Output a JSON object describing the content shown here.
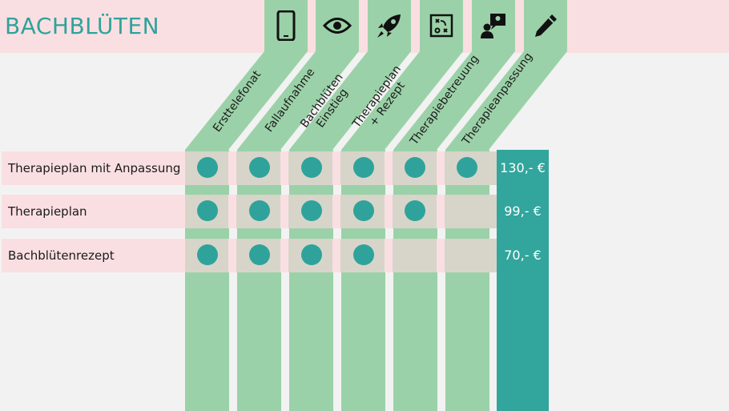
{
  "header": {
    "title": "BACHBLÜTEN"
  },
  "columns": [
    {
      "label": "Ersttelefonat",
      "icon": "smartphone-icon"
    },
    {
      "label": "Fallaufnahme",
      "icon": "eye-icon"
    },
    {
      "label": "Bachblüten\nEinstieg",
      "icon": "rocket-icon"
    },
    {
      "label": "Therapieplan\n+ Rezept",
      "icon": "strategy-board-icon"
    },
    {
      "label": "Therapiebetreuung",
      "icon": "consultant-idea-icon"
    },
    {
      "label": "Therapieanpassung",
      "icon": "pencil-icon"
    }
  ],
  "rows": [
    {
      "name": "Therapieplan mit Anpassung",
      "price": "130,- €",
      "included": [
        true,
        true,
        true,
        true,
        true,
        true
      ]
    },
    {
      "name": "Therapieplan",
      "price": "99,- €",
      "included": [
        true,
        true,
        true,
        true,
        true,
        false
      ]
    },
    {
      "name": "Bachblütenrezept",
      "price": "70,- €",
      "included": [
        true,
        true,
        true,
        true,
        false,
        false
      ]
    }
  ],
  "colors": {
    "accent": "#2fa39b",
    "column": "#9bd1a8",
    "rowbg": "#fadfe2",
    "cellbg": "#d7d5ca"
  }
}
